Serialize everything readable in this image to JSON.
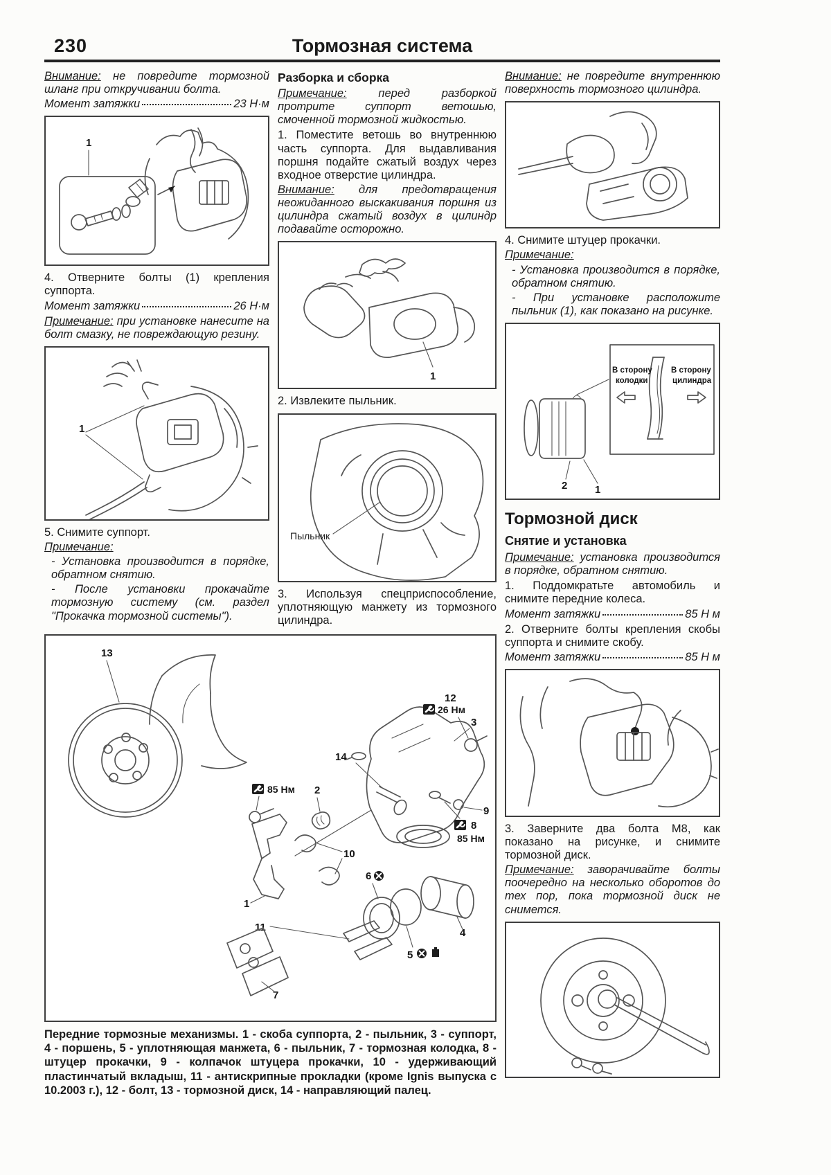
{
  "header": {
    "page_number": "230",
    "title": "Тормозная система"
  },
  "left": {
    "warn1_label": "Внимание:",
    "warn1_text": "не повредите тормозной шланг при откручивании болта.",
    "torque1": {
      "label": "Момент затяжки",
      "value": "23 Н·м"
    },
    "fig1": {
      "n1": "1"
    },
    "step4": "4. Отверните болты (1) крепления суппорта.",
    "torque2": {
      "label": "Момент затяжки",
      "value": "26 Н·м"
    },
    "note1_label": "Примечание:",
    "note1_text": "при установке нанесите на болт смазку, не повреждающую резину.",
    "fig2": {
      "n1": "1"
    },
    "step5": "5. Снимите суппорт.",
    "note2_label": "Примечание:",
    "note2_item1": "- Установка производится в порядке, обратном снятию.",
    "note2_item2": "- После установки прокачайте тормозную систему (см. раздел \"Прокачка тормозной системы\")."
  },
  "middle": {
    "heading": "Разборка и сборка",
    "note1_label": "Примечание:",
    "note1_text": "перед разборкой протрите суппорт ветошью, смоченной тормозной жидкостью.",
    "step1": "1. Поместите ветошь во внутреннюю часть суппорта. Для выдавливания поршня подайте сжатый воздух через входное отверстие цилиндра.",
    "warn1_label": "Внимание:",
    "warn1_text": "для предотвращения неожиданного выскакивания поршня из цилиндра сжатый воздух в цилиндр подавайте осторожно.",
    "fig1": {
      "n1": "1"
    },
    "step2": "2. Извлеките пыльник.",
    "fig2": {
      "label": "Пыльник"
    },
    "step3": "3. Используя спецприспособление, уплотняющую манжету из тормозного цилиндра."
  },
  "right": {
    "warn1_label": "Внимание:",
    "warn1_text": "не повредите внутреннюю поверхность тормозного цилиндра.",
    "step4": "4. Снимите штуцер прокачки.",
    "note1_label": "Примечание:",
    "note1_item1": "- Установка производится в порядке, обратном снятию.",
    "note1_item2": "- При установке расположите пыльник (1), как показано на рисунке.",
    "fig2": {
      "pad_line1": "В сторону",
      "pad_line2": "колодки",
      "cyl_line1": "В сторону",
      "cyl_line2": "цилиндра",
      "n2": "2",
      "n1": "1"
    },
    "disc_heading": "Тормозной диск",
    "disc_subheading": "Снятие и установка",
    "note2_label": "Примечание:",
    "note2_text": "установка производится в порядке, обратном снятию.",
    "step1": "1. Поддомкратьте автомобиль и снимите передние колеса.",
    "torque1": {
      "label": "Момент затяжки",
      "value": "85 Н м"
    },
    "step2": "2. Отверните болты крепления скобы суппорта и снимите скобу.",
    "torque2": {
      "label": "Момент затяжки",
      "value": "85 Н м"
    },
    "step3": "3. Заверните два болта М8, как показано на рисунке, и снимите тормозной диск.",
    "note3_label": "Примечание:",
    "note3_text": "заворачивайте болты поочередно на несколько оборотов до тех пор, пока тормозной диск не снимется."
  },
  "exploded": {
    "n1": "1",
    "n2": "2",
    "n3": "3",
    "n4": "4",
    "n5": "5",
    "n6": "6",
    "n7": "7",
    "n8": "8",
    "n9": "9",
    "n10": "10",
    "n11": "11",
    "n12": "12",
    "n13": "13",
    "n14": "14",
    "t12": "26 Нм",
    "t2": "85 Нм",
    "t8": "85 Нм",
    "caption": "Передние тормозные механизмы. 1 - скоба суппорта, 2 - пыльник, 3 - суппорт, 4 - поршень, 5 - уплотняющая манжета, 6 - пыльник, 7 - тормозная колодка, 8 - штуцер прокачки, 9 - колпачок штуцера прокачки, 10 - удерживающий пластинчатый вкладыш, 11 - антискрипные прокладки (кроме Ignis выпуска с 10.2003 г.), 12 - болт, 13 - тормозной диск, 14 - направляющий палец."
  }
}
